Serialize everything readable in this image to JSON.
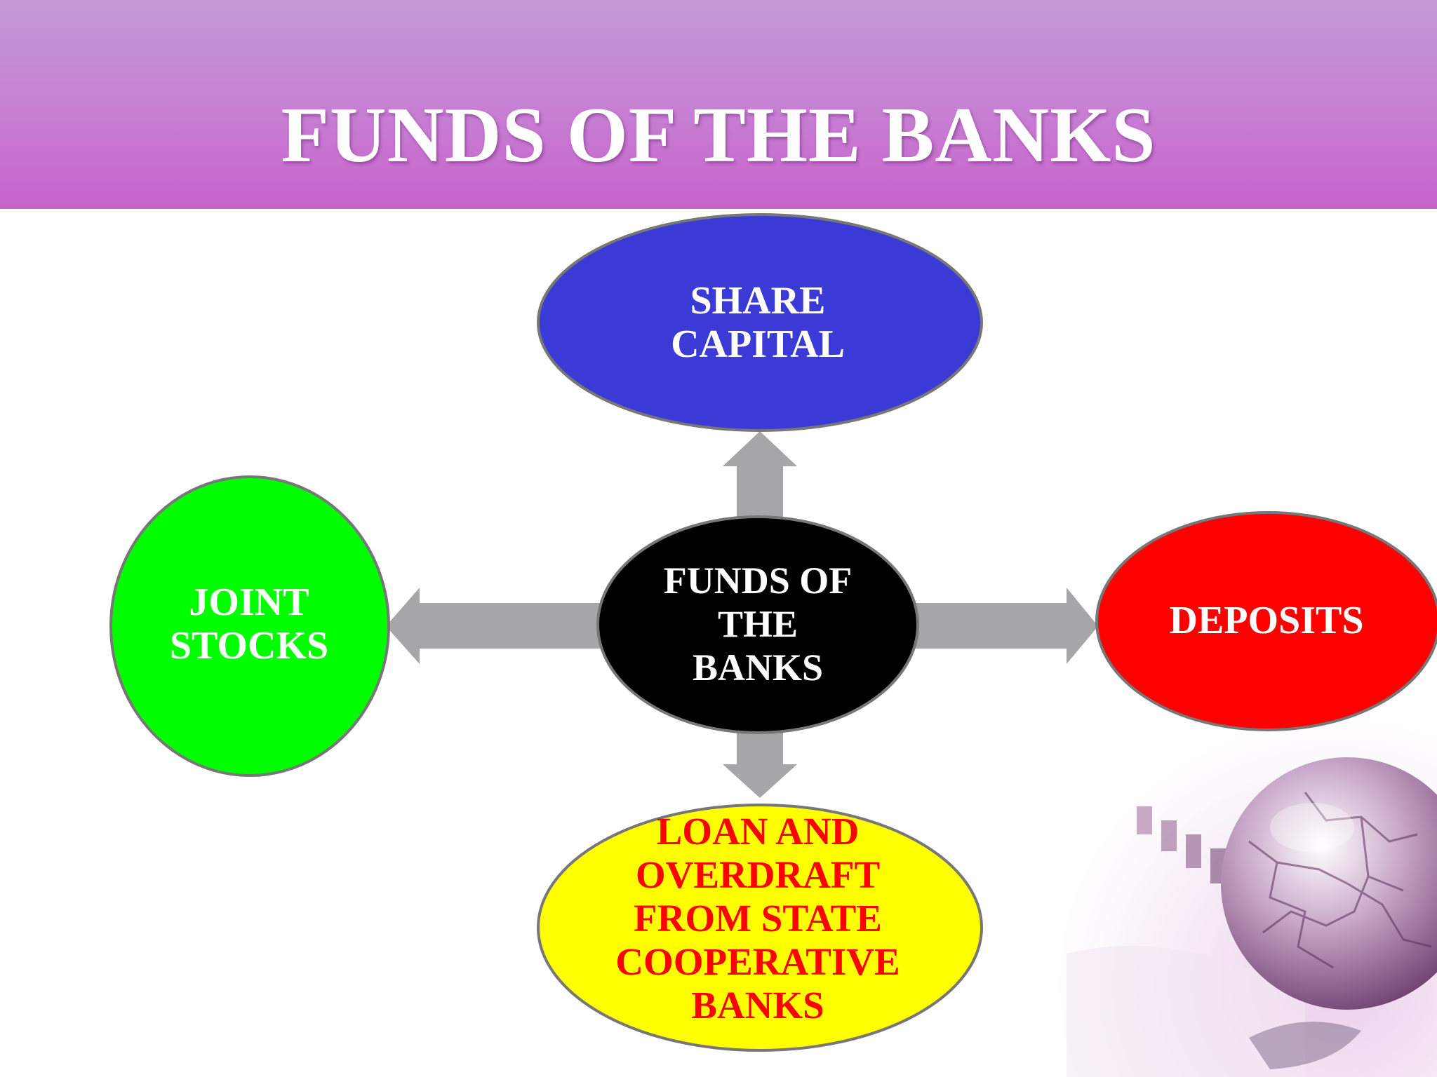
{
  "title": "FUNDS OF THE BANKS",
  "diagram": {
    "center": {
      "lines": [
        "FUNDS OF",
        "THE",
        "BANKS"
      ],
      "fill": "#000000"
    },
    "share_capital": {
      "lines": [
        "SHARE",
        "CAPITAL"
      ],
      "fill": "#3b3ad6"
    },
    "joint_stocks": {
      "lines": [
        "JOINT",
        "STOCKS"
      ],
      "fill": "#00ff00"
    },
    "deposits": {
      "lines": [
        "DEPOSITS"
      ],
      "fill": "#ff0000"
    },
    "loan_overdraft": {
      "lines": [
        "LOAN AND",
        "OVERDRAFT",
        "FROM STATE",
        "COOPERATIVE",
        "BANKS"
      ],
      "fill": "#ffff00",
      "text_color": "#ff0000"
    },
    "arrow_color": "#a6a6a8"
  },
  "colors": {
    "header_top": "#c39ad4",
    "header_bottom": "#c862cc",
    "title_text": "#ffffff"
  }
}
